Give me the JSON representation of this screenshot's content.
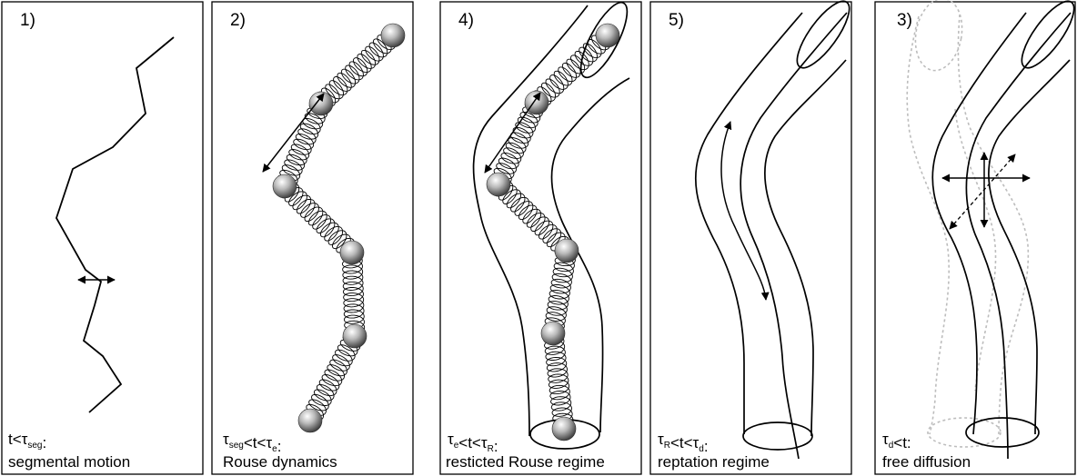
{
  "panels": [
    {
      "number": "1)",
      "condition": [
        {
          "t": "t<τ",
          "sub": null
        },
        {
          "t": "",
          "sub": "seg"
        },
        {
          "t": ":",
          "sub": null
        }
      ],
      "caption": "segmental motion"
    },
    {
      "number": "2)",
      "condition": [
        {
          "t": "τ",
          "sub": null
        },
        {
          "t": "",
          "sub": "seg"
        },
        {
          "t": "<t<τ",
          "sub": null
        },
        {
          "t": "",
          "sub": "e"
        },
        {
          "t": ":",
          "sub": null
        }
      ],
      "caption": "Rouse dynamics"
    },
    {
      "number": "4)",
      "condition": [
        {
          "t": "τ",
          "sub": null
        },
        {
          "t": "",
          "sub": "e"
        },
        {
          "t": "<t<τ",
          "sub": null
        },
        {
          "t": "",
          "sub": "R"
        },
        {
          "t": ":",
          "sub": null
        }
      ],
      "caption": "resticted Rouse regime"
    },
    {
      "number": "5)",
      "condition": [
        {
          "t": "τ",
          "sub": null
        },
        {
          "t": "",
          "sub": "R"
        },
        {
          "t": "<t<τ",
          "sub": null
        },
        {
          "t": "",
          "sub": "d"
        },
        {
          "t": ":",
          "sub": null
        }
      ],
      "caption": "reptation regime"
    },
    {
      "number": "3)",
      "condition": [
        {
          "t": "τ",
          "sub": null
        },
        {
          "t": "",
          "sub": "d"
        },
        {
          "t": "<t:",
          "sub": null
        }
      ],
      "caption": "free diffusion"
    }
  ]
}
